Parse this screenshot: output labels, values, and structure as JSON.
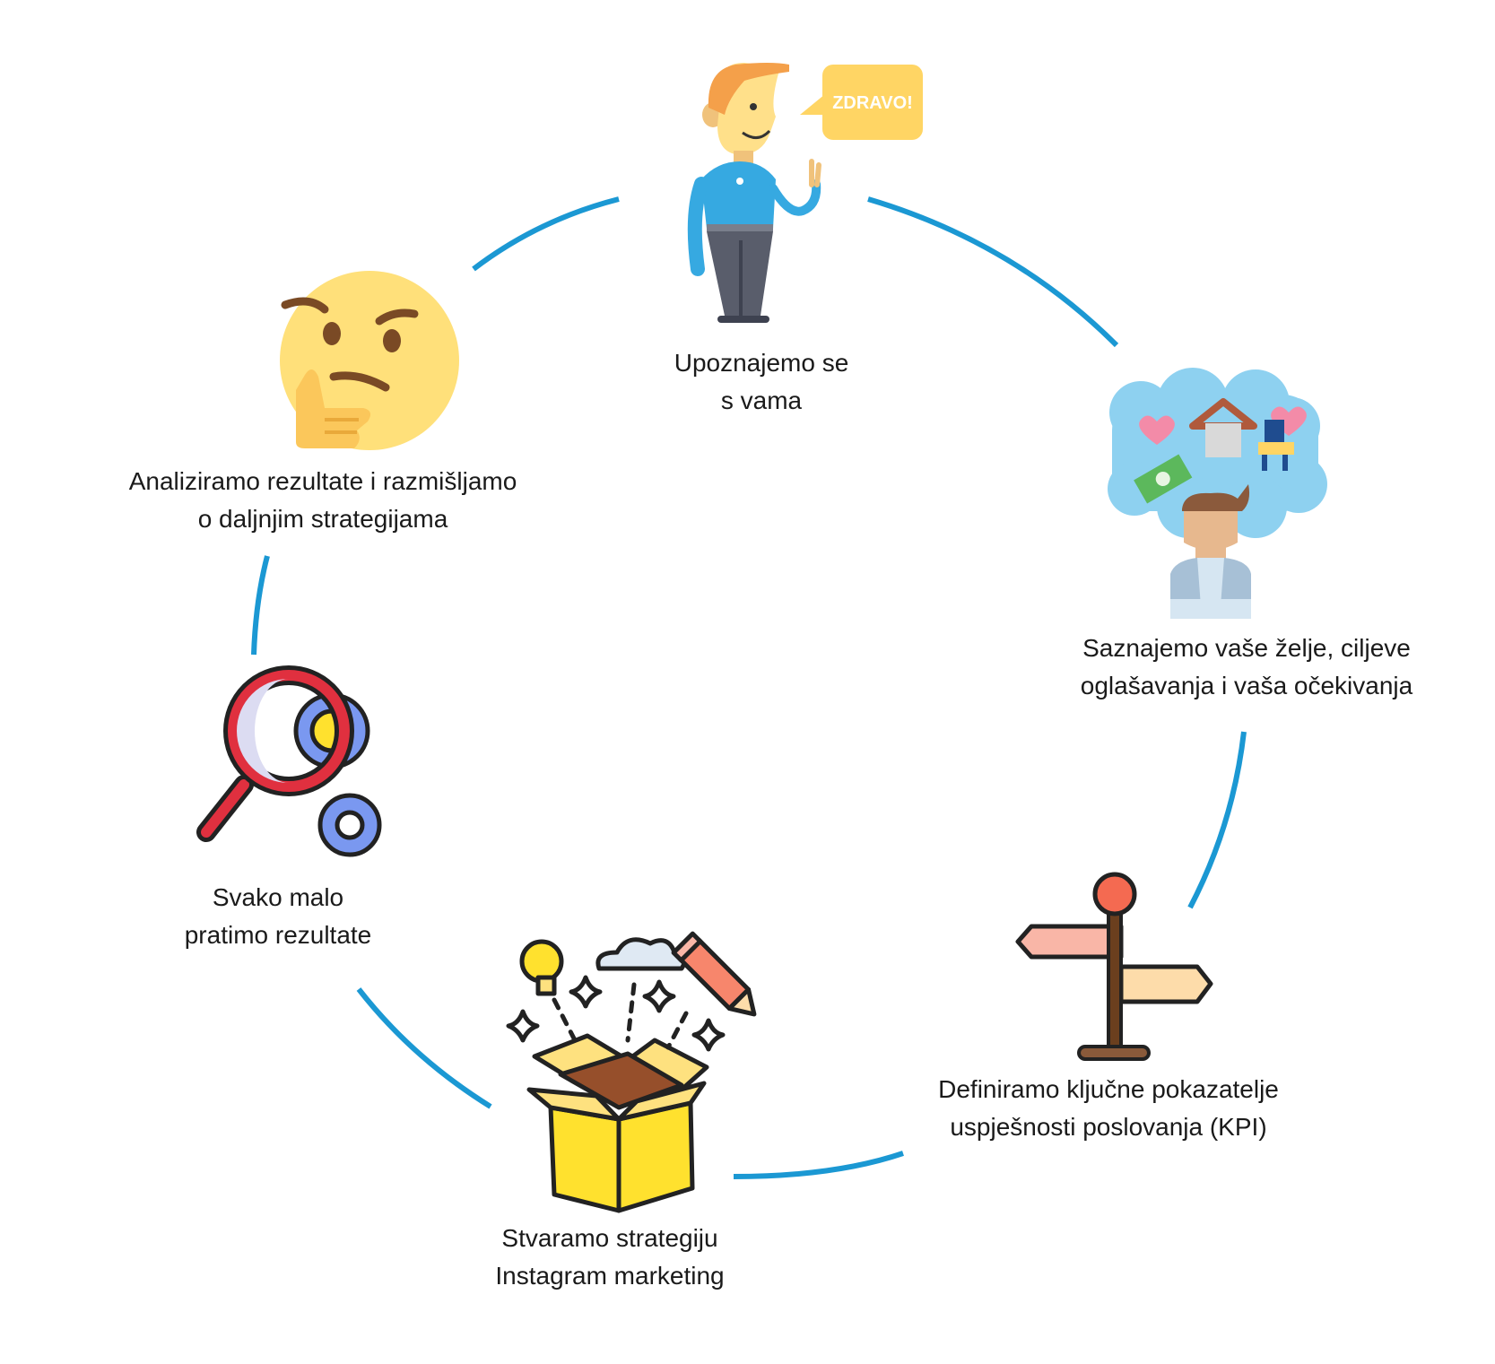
{
  "colors": {
    "ring": "#1b98d3",
    "text": "#1a1a1a"
  },
  "speech_bubble": {
    "text": "ZDRAVO!"
  },
  "steps": [
    {
      "icon": "person-waving-icon",
      "lines": [
        "Upoznajemo se",
        "s vama"
      ]
    },
    {
      "icon": "thought-cloud-icon",
      "lines": [
        "Saznajemo vaše želje, ciljeve",
        "oglašavanja i vaša očekivanja"
      ]
    },
    {
      "icon": "signpost-icon",
      "lines": [
        "Definiramo ključne pokazatelje",
        "uspješnosti poslovanja (KPI)"
      ]
    },
    {
      "icon": "creative-box-icon",
      "lines": [
        "Stvaramo strategiju",
        "Instagram marketing"
      ]
    },
    {
      "icon": "magnifier-gears-icon",
      "lines": [
        "Svako malo",
        "pratimo rezultate"
      ]
    },
    {
      "icon": "thinking-face-icon",
      "lines": [
        "Analiziramo rezultate i razmišljamo",
        "o daljnjim strategijama"
      ]
    }
  ]
}
